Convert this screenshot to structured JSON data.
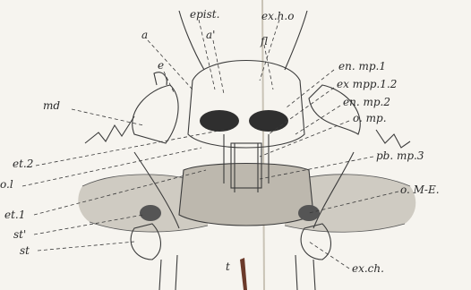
{
  "labels": {
    "epist": "epist.",
    "exh0": "ex.h.o",
    "a": "a",
    "a_prime": "a'",
    "fl": "fl",
    "e": "e",
    "en_mp1": "en. mp.1",
    "ex_mpp12": "ex mpp.1.2",
    "en_mp2": "en. mp.2",
    "md": "md",
    "o_mp": "o. mp.",
    "et2": "et.2",
    "pb_mp3": "pb. mp.3",
    "ol": "o.l",
    "o_me": "o. M-E.",
    "et1": "et.1",
    "st_prime": "st'",
    "st": "st",
    "t": "t",
    "exch": "ex.ch."
  },
  "colors": {
    "paper": "#f6f4ef",
    "ink": "#3b3b3b",
    "fold_shadow": "#6b5a4a"
  }
}
